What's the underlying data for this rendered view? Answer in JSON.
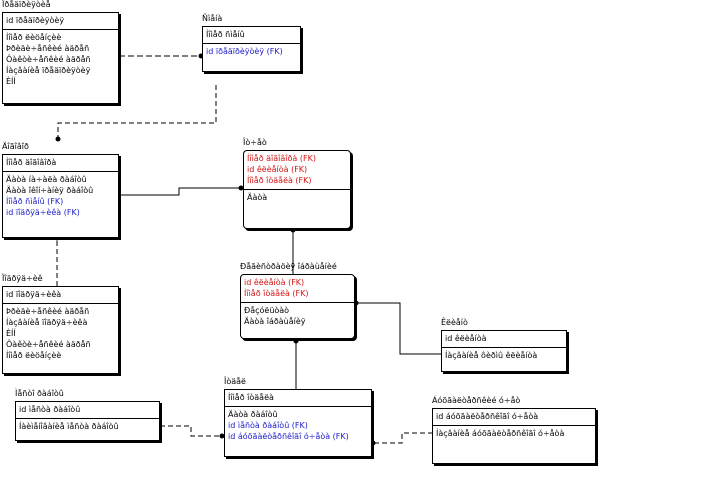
{
  "colors": {
    "fk_blue": "#1a1acc",
    "fk_red": "#d11414",
    "line": "#000000",
    "background": "#ffffff"
  },
  "entities": {
    "e1": {
      "title": "Ïðåäïðèÿòèå",
      "keys": [
        "id ïðåäïðèÿòèÿ"
      ],
      "attrs": [
        "Íîìåð ëèöåíçèè",
        "Þðèäè÷åñêèé àäðåñ",
        "Ôàêòè÷åñêèé àäðåñ",
        "Íàçâàíèå ïðåäïðèÿòèÿ",
        "ÈÍÍ"
      ]
    },
    "e2": {
      "title": "Ñìåíà",
      "keys": [
        "Íîìåð ñìåíû"
      ],
      "attrs": [
        "id ïðåäïðèÿòèÿ (FK)"
      ]
    },
    "e3": {
      "title": "Äîãîâîð",
      "keys": [
        "Íîìåð äîãîâîðà"
      ],
      "attrs": [
        "Äàòà íà÷àëà ðàáîòû",
        "Äàòà îêîí÷àíèÿ ðàáîòû",
        "Íîìåð ñìåíû (FK)",
        "id ïîäðÿä÷èêà (FK)"
      ]
    },
    "e4": {
      "title": "Îò÷åò",
      "keys": [
        "Íîìåð äîãîâîðà (FK)",
        "id êëèåíòà (FK)",
        "Íîìåð îòäåëà (FK)"
      ],
      "attrs": [
        "Äàòà"
      ]
    },
    "e5": {
      "title": "Ïîäðÿä÷èê",
      "keys": [
        "id ïîäðÿä÷èêà"
      ],
      "attrs": [
        "Þðèäè÷åñêèé àäðåñ",
        "Íàçâàíèå ïîäðÿä÷èêà",
        "ÈÍÍ",
        "Ôàêòè÷åñêèé àäðåñ",
        "Íîìåð ëèöåíçèè"
      ]
    },
    "e6": {
      "title": "Ðåãèñòðàöèÿ îáðàùåíèé",
      "keys": [
        "id êëèåíòà (FK)",
        "Íîìåð îòäåëà (FK)"
      ],
      "attrs": [
        "Ðåçóëüòàò",
        "Äàòà îáðàùåíèÿ"
      ]
    },
    "e7": {
      "title": "Êëèåíò",
      "keys": [
        "id êëèåíòà"
      ],
      "attrs": [
        "Íàçâàíèå ôèðìû êëèåíòà"
      ]
    },
    "e8": {
      "title": "Ìåñòî ðàáîòû",
      "keys": [
        "id ìåñòà ðàáîòû"
      ],
      "attrs": [
        "Íàèìåíîâàíèå ìåñòà ðàáîòû"
      ]
    },
    "e9": {
      "title": "Îòäåë",
      "keys": [
        "Íîìåð îòäåëà"
      ],
      "attrs": [
        "Äàòà ðàáîòû",
        "id ìåñòà ðàáîòû (FK)",
        "id áóõãàëòåðñêîãî ó÷åòà (FK)"
      ]
    },
    "e10": {
      "title": "Áóõãàëòåðñêèé ó÷åò",
      "keys": [
        "id áóõãàëòåðñêîãî ó÷åòà"
      ],
      "attrs": [
        "Íàçâàíèå áóõãàëòåðñêîãî ó÷åòà"
      ]
    }
  }
}
